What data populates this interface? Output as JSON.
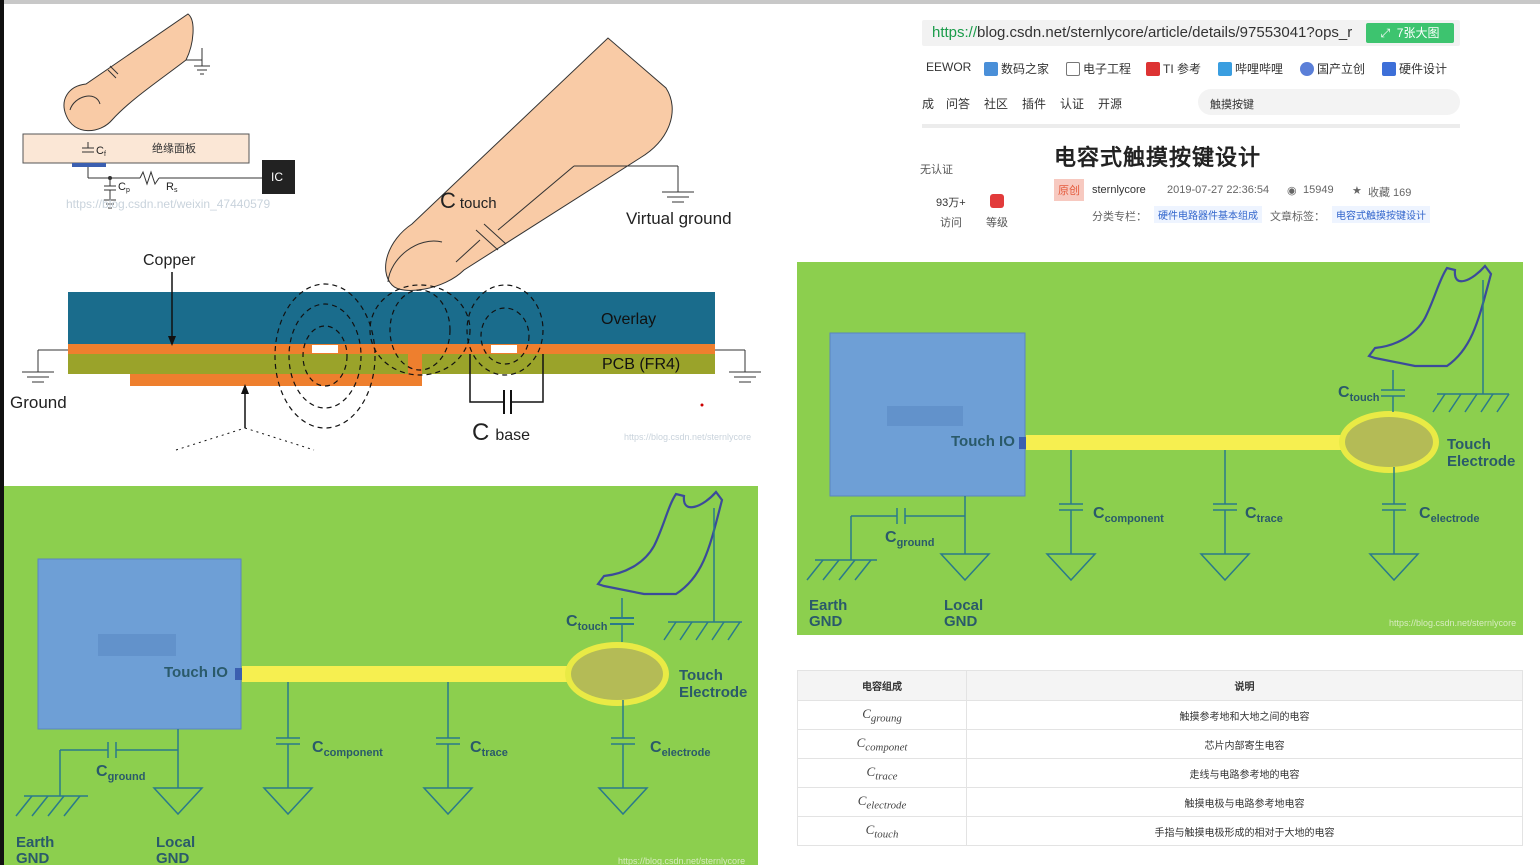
{
  "colors": {
    "green_bg": "#8ccf4e",
    "chip_blue": "#6e9fd6",
    "trace_yellow": "#f6ef50",
    "overlay_blue": "#1a6c8c",
    "pcb_green": "#9aa32a",
    "copper_orange": "#ee7f2e",
    "skin": "#f9cba6",
    "url_green": "#3dc46f"
  },
  "top_left_diagram": {
    "panel_label": "绝缘面板",
    "cf_label": "C",
    "cf_sub": "f",
    "cp_label": "C",
    "cp_sub": "p",
    "r_label": "R",
    "r_sub": "s",
    "ic_label": "IC",
    "watermark": "https://blog.csdn.net/weixin_47440579"
  },
  "cross_section": {
    "c_touch": "C",
    "c_touch_sub": "touch",
    "virtual_ground": "Virtual ground",
    "copper": "Copper",
    "overlay": "Overlay",
    "pcb": "PCB (FR4)",
    "ground": "Ground",
    "c_base": "C",
    "c_base_sub": "base",
    "watermark": "https://blog.csdn.net/sternlycore"
  },
  "green_diagram": {
    "touch_io": "Touch IO",
    "touch_electrode_1": "Touch",
    "touch_electrode_2": "Electrode",
    "c": "C",
    "touch_sub": "touch",
    "ground_sub": "ground",
    "component_sub": "component",
    "trace_sub": "trace",
    "electrode_sub": "electrode",
    "earth_1": "Earth",
    "earth_2": "GND",
    "local_1": "Local",
    "local_2": "GND",
    "watermark": "https://blog.csdn.net/sternlycore"
  },
  "browser": {
    "url_scheme": "https://",
    "url_rest": "blog.csdn.net/sternlycore/article/details/97553041?ops_r",
    "view_button": "7张大图",
    "bookmarks": [
      {
        "label": "EEWOR",
        "icon": "none"
      },
      {
        "label": "数码之家",
        "icon": "home-icon"
      },
      {
        "label": "电子工程",
        "icon": "page-icon"
      },
      {
        "label": "TI 参考",
        "icon": "ti-logo-icon"
      },
      {
        "label": "哔哩哔哩",
        "icon": "tv-icon"
      },
      {
        "label": "国产立创",
        "icon": "cloud-icon"
      },
      {
        "label": "硬件设计",
        "icon": "h-icon"
      }
    ],
    "nav": [
      "成",
      "问答",
      "社区",
      "插件",
      "认证",
      "开源"
    ],
    "search_value": "触摸按键"
  },
  "article": {
    "profile_cert": "无认证",
    "visits_value": "93万+",
    "visits_label": "访问",
    "level_label": "等级",
    "title": "电容式触摸按键设计",
    "badge": "原创",
    "author": "sternlycore",
    "date": "2019-07-27 22:36:54",
    "views": "15949",
    "favorites": "收藏 169",
    "column_label": "分类专栏：",
    "column_tag": "硬件电路器件基本组成",
    "tags_label": "文章标签：",
    "tag": "电容式触摸按键设计"
  },
  "table": {
    "headers": [
      "电容组成",
      "说明"
    ],
    "rows": [
      {
        "sym": "C",
        "sub": "groung",
        "desc": "触摸参考地和大地之间的电容"
      },
      {
        "sym": "C",
        "sub": "componet",
        "desc": "芯片内部寄生电容"
      },
      {
        "sym": "C",
        "sub": "trace",
        "desc": "走线与电路参考地的电容"
      },
      {
        "sym": "C",
        "sub": "electrode",
        "desc": "触摸电极与电路参考地电容"
      },
      {
        "sym": "C",
        "sub": "touch",
        "desc": "手指与触摸电极形成的相对于大地的电容"
      }
    ]
  }
}
